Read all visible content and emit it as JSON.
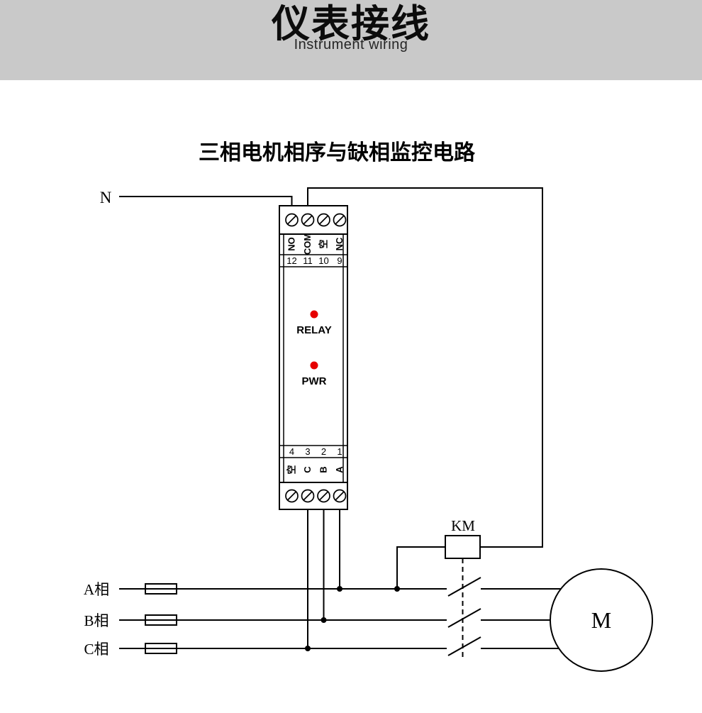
{
  "header": {
    "title": "仪表接线",
    "subtitle": "Instrument wiring",
    "background_color": "#c9c9c9"
  },
  "diagram": {
    "title": "三相电机相序与缺相监控电路",
    "labels": {
      "neutral": "N",
      "contactor": "KM",
      "motor": "M",
      "phase_a": "A相",
      "phase_b": "B相",
      "phase_c": "C相"
    },
    "device": {
      "top_terminals": {
        "numbers": [
          "12",
          "11",
          "10",
          "9"
        ],
        "names": [
          "NO",
          "COM",
          "空",
          "NC"
        ]
      },
      "bottom_terminals": {
        "numbers": [
          "4",
          "3",
          "2",
          "1"
        ],
        "names": [
          "空",
          "C",
          "B",
          "A"
        ]
      },
      "leds": {
        "relay_label": "RELAY",
        "power_label": "PWR",
        "color": "#e60000"
      }
    },
    "wire_color": "#000000"
  }
}
